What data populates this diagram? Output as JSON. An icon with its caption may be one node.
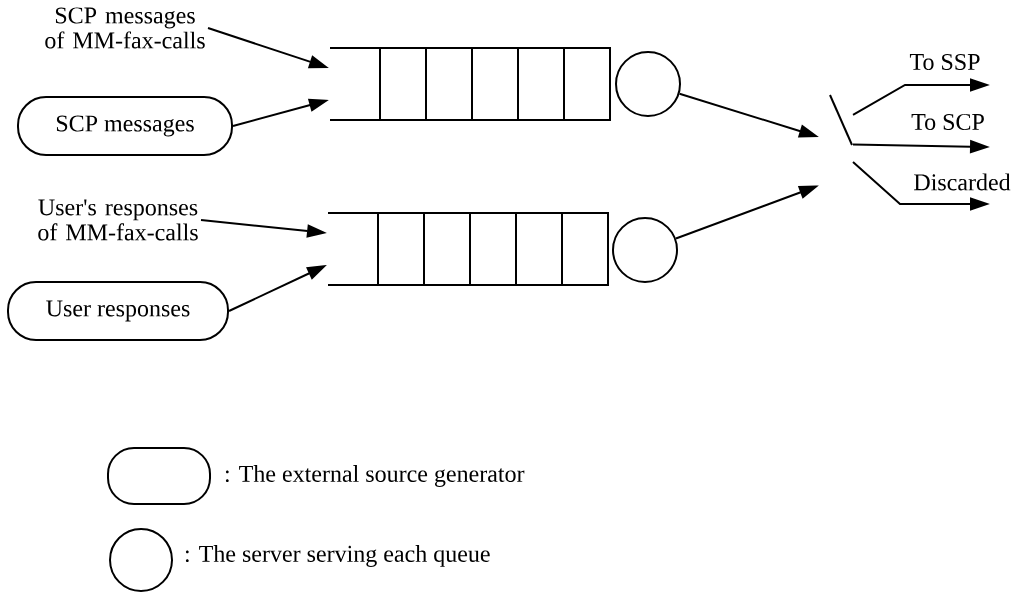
{
  "diagram": {
    "nodes": [
      {
        "text": [
          "SCP messages of MM-fax-calls"
        ]
      },
      {
        "text": [
          "SCP messages"
        ]
      },
      {
        "text": [],
        "shape": "box"
      },
      {
        "text": [],
        "shape": "circle"
      },
      {
        "text": [
          "User's responses of MM-fax-calls"
        ]
      },
      {
        "text": [
          "User responses"
        ]
      },
      {
        "text": [],
        "shape": "box"
      },
      {
        "text": [],
        "shape": "circle"
      },
      {
        "text": [],
        "shape": "switch"
      }
    ],
    "edges": [
      {
        "from": 0,
        "to": 2,
        "arrow": "to"
      },
      {
        "from": 1,
        "to": 2,
        "arrow": "to"
      },
      {
        "from": 4,
        "to": 6,
        "arrow": "to"
      },
      {
        "from": 5,
        "to": 6,
        "arrow": "to"
      },
      {
        "from": 3,
        "to": 8,
        "arrow": "to"
      },
      {
        "from": 7,
        "to": 8,
        "arrow": "to"
      },
      {
        "from": 8,
        "to": null,
        "arrow": "to",
        "label": "To SSP"
      },
      {
        "from": 8,
        "to": null,
        "arrow": "to",
        "label": "To SCP"
      },
      {
        "from": 8,
        "to": null,
        "arrow": "to",
        "label": "Discarded"
      }
    ],
    "legend": [
      {
        "text": ": The external source generator"
      },
      {
        "text": ": The server serving each queue"
      }
    ]
  }
}
